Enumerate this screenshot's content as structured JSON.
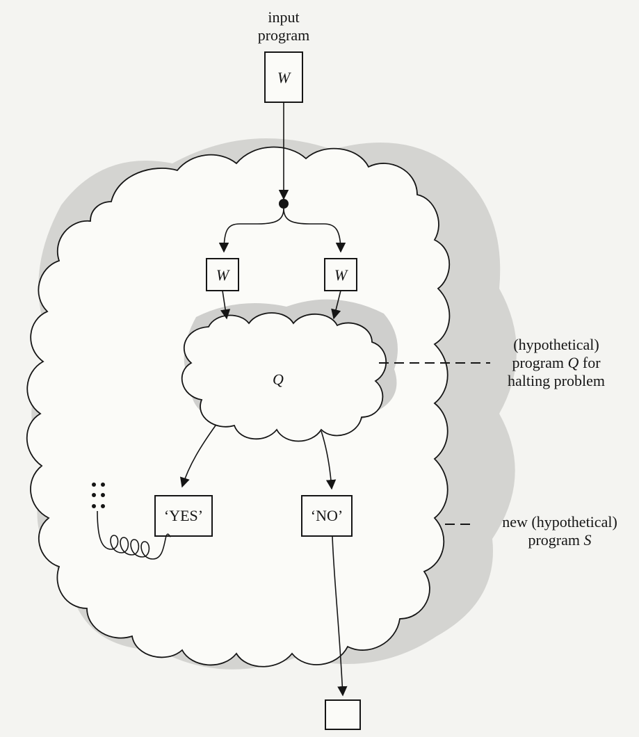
{
  "labels": {
    "input_line1": "input",
    "input_line2": "program",
    "hyp_line1": "(hypothetical)",
    "hyp_line2_a": "program ",
    "hyp_line2_q": "Q",
    "hyp_line2_b": " for",
    "hyp_line3": "halting problem",
    "new_line1": "new (hypothetical)",
    "new_line2_a": "program ",
    "new_line2_s": "S"
  },
  "boxes": {
    "input_w": "W",
    "left_w": "W",
    "right_w": "W",
    "yes": "‘YES’",
    "no": "‘NO’",
    "q": "Q"
  }
}
